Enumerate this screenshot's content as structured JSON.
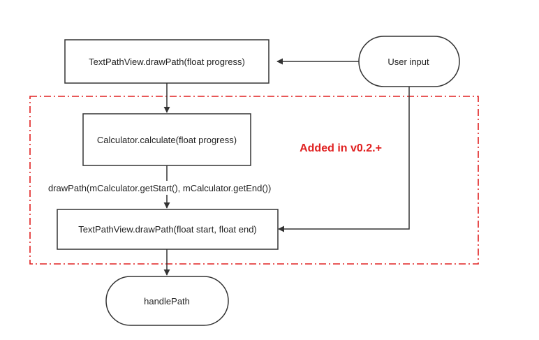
{
  "colors": {
    "line": "#333333",
    "region_border": "#e02020",
    "note": "#e02020",
    "fill": "#ffffff"
  },
  "nodes": {
    "draw_path_progress": {
      "label": "TextPathView.drawPath(float progress)",
      "shape": "rectangle"
    },
    "user_input": {
      "label": "User input",
      "shape": "terminal"
    },
    "calculator": {
      "label": "Calculator.calculate(float progress)",
      "shape": "rectangle"
    },
    "draw_path_start_end": {
      "label": "TextPathView.drawPath(float start, float end)",
      "shape": "rectangle"
    },
    "handle_path": {
      "label": "handlePath",
      "shape": "terminal"
    }
  },
  "edges": [
    {
      "from": "user_input",
      "to": "draw_path_progress",
      "label": ""
    },
    {
      "from": "draw_path_progress",
      "to": "calculator",
      "label": ""
    },
    {
      "from": "calculator",
      "to": "draw_path_start_end",
      "label": "drawPath(mCalculator.getStart(), mCalculator.getEnd())"
    },
    {
      "from": "user_input",
      "to": "draw_path_start_end",
      "label": ""
    },
    {
      "from": "draw_path_start_end",
      "to": "handle_path",
      "label": ""
    }
  ],
  "region": {
    "note": "Added in v0.2.+",
    "border_style": "dash-dot"
  }
}
